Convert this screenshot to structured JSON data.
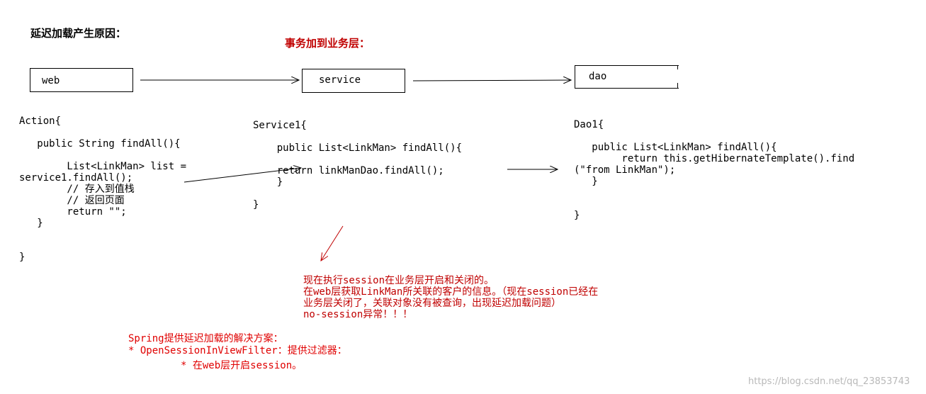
{
  "header": {
    "title": "延迟加载产生原因：",
    "transaction_note": "事务加到业务层："
  },
  "boxes": {
    "web": "web",
    "service": "service",
    "dao": "dao"
  },
  "code": {
    "action": [
      "Action{",
      "",
      "   public String findAll(){",
      "",
      "        List<LinkMan> list =",
      "service1.findAll();",
      "        // 存入到值栈",
      "        // 返回页面",
      "        return \"\";",
      "   }",
      "",
      "",
      "}"
    ],
    "service": [
      "Service1{",
      "",
      "    public List<LinkMan> findAll(){",
      "",
      "    return linkManDao.findAll();",
      "    }",
      "",
      "}"
    ],
    "dao": [
      "Dao1{",
      "",
      "   public List<LinkMan> findAll(){",
      "        return this.getHibernateTemplate().find",
      "(\"from LinkMan\");",
      "   }",
      "",
      "",
      "}"
    ]
  },
  "notes": {
    "problem": [
      "现在执行session在业务层开启和关闭的。",
      "在web层获取LinkMan所关联的客户的信息。（现在session已经在",
      "业务层关闭了，关联对象没有被查询，出现延迟加载问题）",
      "no-session异常！！！"
    ],
    "solution_title": "Spring提供延迟加载的解决方案：",
    "solution_item1": "* OpenSessionInViewFilter：提供过滤器：",
    "solution_item2": "* 在web层开启session。"
  },
  "watermark": "https://blog.csdn.net/qq_23853743",
  "colors": {
    "accent": "#c00000",
    "line": "#000000",
    "watermark": "#b9b9b9"
  }
}
